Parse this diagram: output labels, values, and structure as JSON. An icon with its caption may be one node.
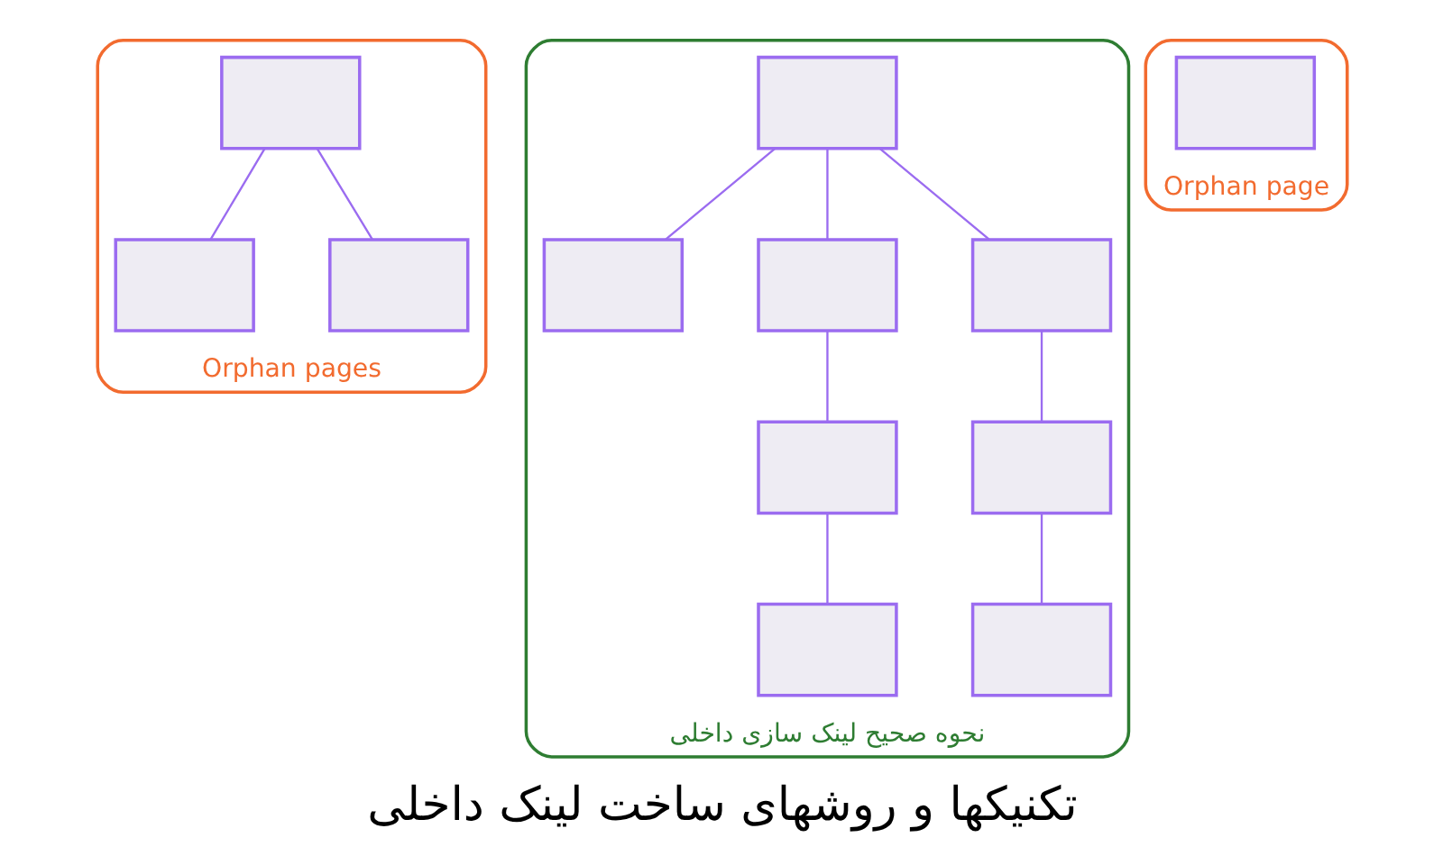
{
  "diagram": {
    "title": "تکنیکها و روشهای ساخت لینک داخلی",
    "nodes": [
      {
        "text": [
          "Orphan pages"
        ]
      },
      {
        "text": [],
        "shape": "box",
        "in": 0
      },
      {
        "text": [],
        "shape": "box",
        "in": 0
      },
      {
        "text": [],
        "shape": "box",
        "in": 0
      },
      {
        "text": [
          "نحوه صحیح لینک سازی داخلی"
        ]
      },
      {
        "text": [],
        "shape": "box",
        "in": 4
      },
      {
        "text": [],
        "shape": "box",
        "in": 4
      },
      {
        "text": [],
        "shape": "box",
        "in": 4
      },
      {
        "text": [],
        "shape": "box",
        "in": 4
      },
      {
        "text": [],
        "shape": "box",
        "in": 4
      },
      {
        "text": [],
        "shape": "box",
        "in": 4
      },
      {
        "text": [],
        "shape": "box",
        "in": 4
      },
      {
        "text": [],
        "shape": "box",
        "in": 4
      },
      {
        "text": [
          "Orphan page"
        ]
      },
      {
        "text": [],
        "shape": "box",
        "in": 13
      }
    ],
    "edges": [
      {
        "from": 1,
        "to": 2,
        "arrow": "none"
      },
      {
        "from": 1,
        "to": 3,
        "arrow": "none"
      },
      {
        "from": 5,
        "to": 6,
        "arrow": "none"
      },
      {
        "from": 5,
        "to": 7,
        "arrow": "none"
      },
      {
        "from": 5,
        "to": 8,
        "arrow": "none"
      },
      {
        "from": 7,
        "to": 9,
        "arrow": "none"
      },
      {
        "from": 9,
        "to": 11,
        "arrow": "none"
      },
      {
        "from": 8,
        "to": 10,
        "arrow": "none"
      },
      {
        "from": 10,
        "to": 12,
        "arrow": "none"
      }
    ]
  }
}
